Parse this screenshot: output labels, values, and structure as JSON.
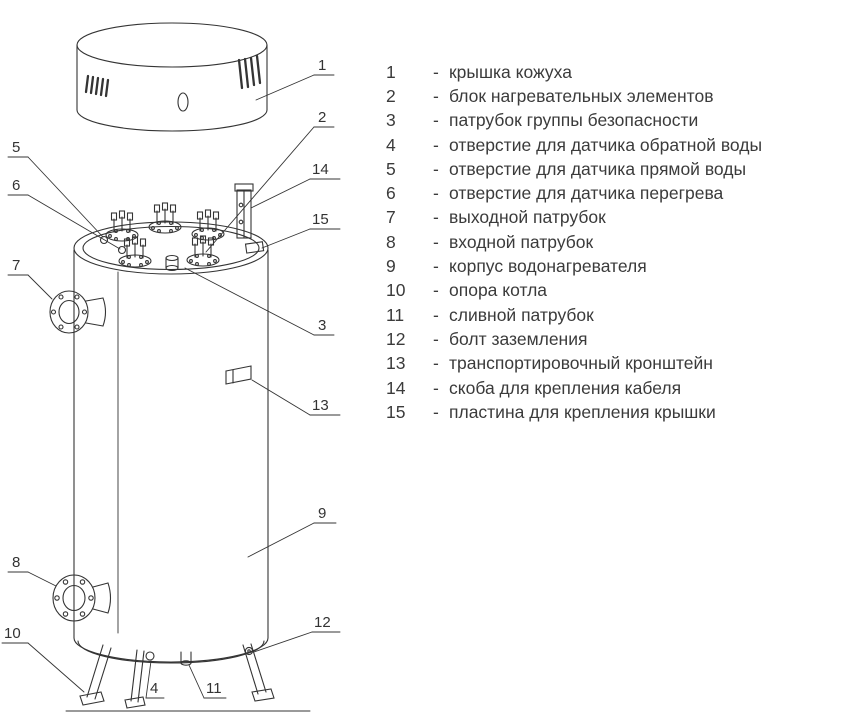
{
  "colors": {
    "ink": "#343434",
    "text": "#3b3b3b"
  },
  "diagram": {
    "callouts": {
      "c1": "1",
      "c2": "2",
      "c3": "3",
      "c4": "4",
      "c5": "5",
      "c6": "6",
      "c7": "7",
      "c8": "8",
      "c9": "9",
      "c10": "10",
      "c11": "11",
      "c12": "12",
      "c13": "13",
      "c14": "14",
      "c15": "15"
    }
  },
  "legend": {
    "separator": "-",
    "items": [
      {
        "num": "1",
        "text": "крышка кожуха"
      },
      {
        "num": "2",
        "text": "блок нагревательных элементов"
      },
      {
        "num": "3",
        "text": "патрубок группы безопасности"
      },
      {
        "num": "4",
        "text": "отверстие для датчика обратной воды"
      },
      {
        "num": "5",
        "text": "отверстие для  датчика прямой воды"
      },
      {
        "num": "6",
        "text": "отверстие для датчика перегрева"
      },
      {
        "num": "7",
        "text": "выходной патрубок"
      },
      {
        "num": "8",
        "text": "входной патрубок"
      },
      {
        "num": "9",
        "text": "корпус  водонагревателя"
      },
      {
        "num": "10",
        "text": "опора котла"
      },
      {
        "num": "11",
        "text": "сливной патрубок"
      },
      {
        "num": "12",
        "text": "болт заземления"
      },
      {
        "num": "13",
        "text": "транспортировочный кронштейн"
      },
      {
        "num": "14",
        "text": "скоба для крепления кабеля"
      },
      {
        "num": "15",
        "text": "пластина для крепления крышки"
      }
    ]
  }
}
